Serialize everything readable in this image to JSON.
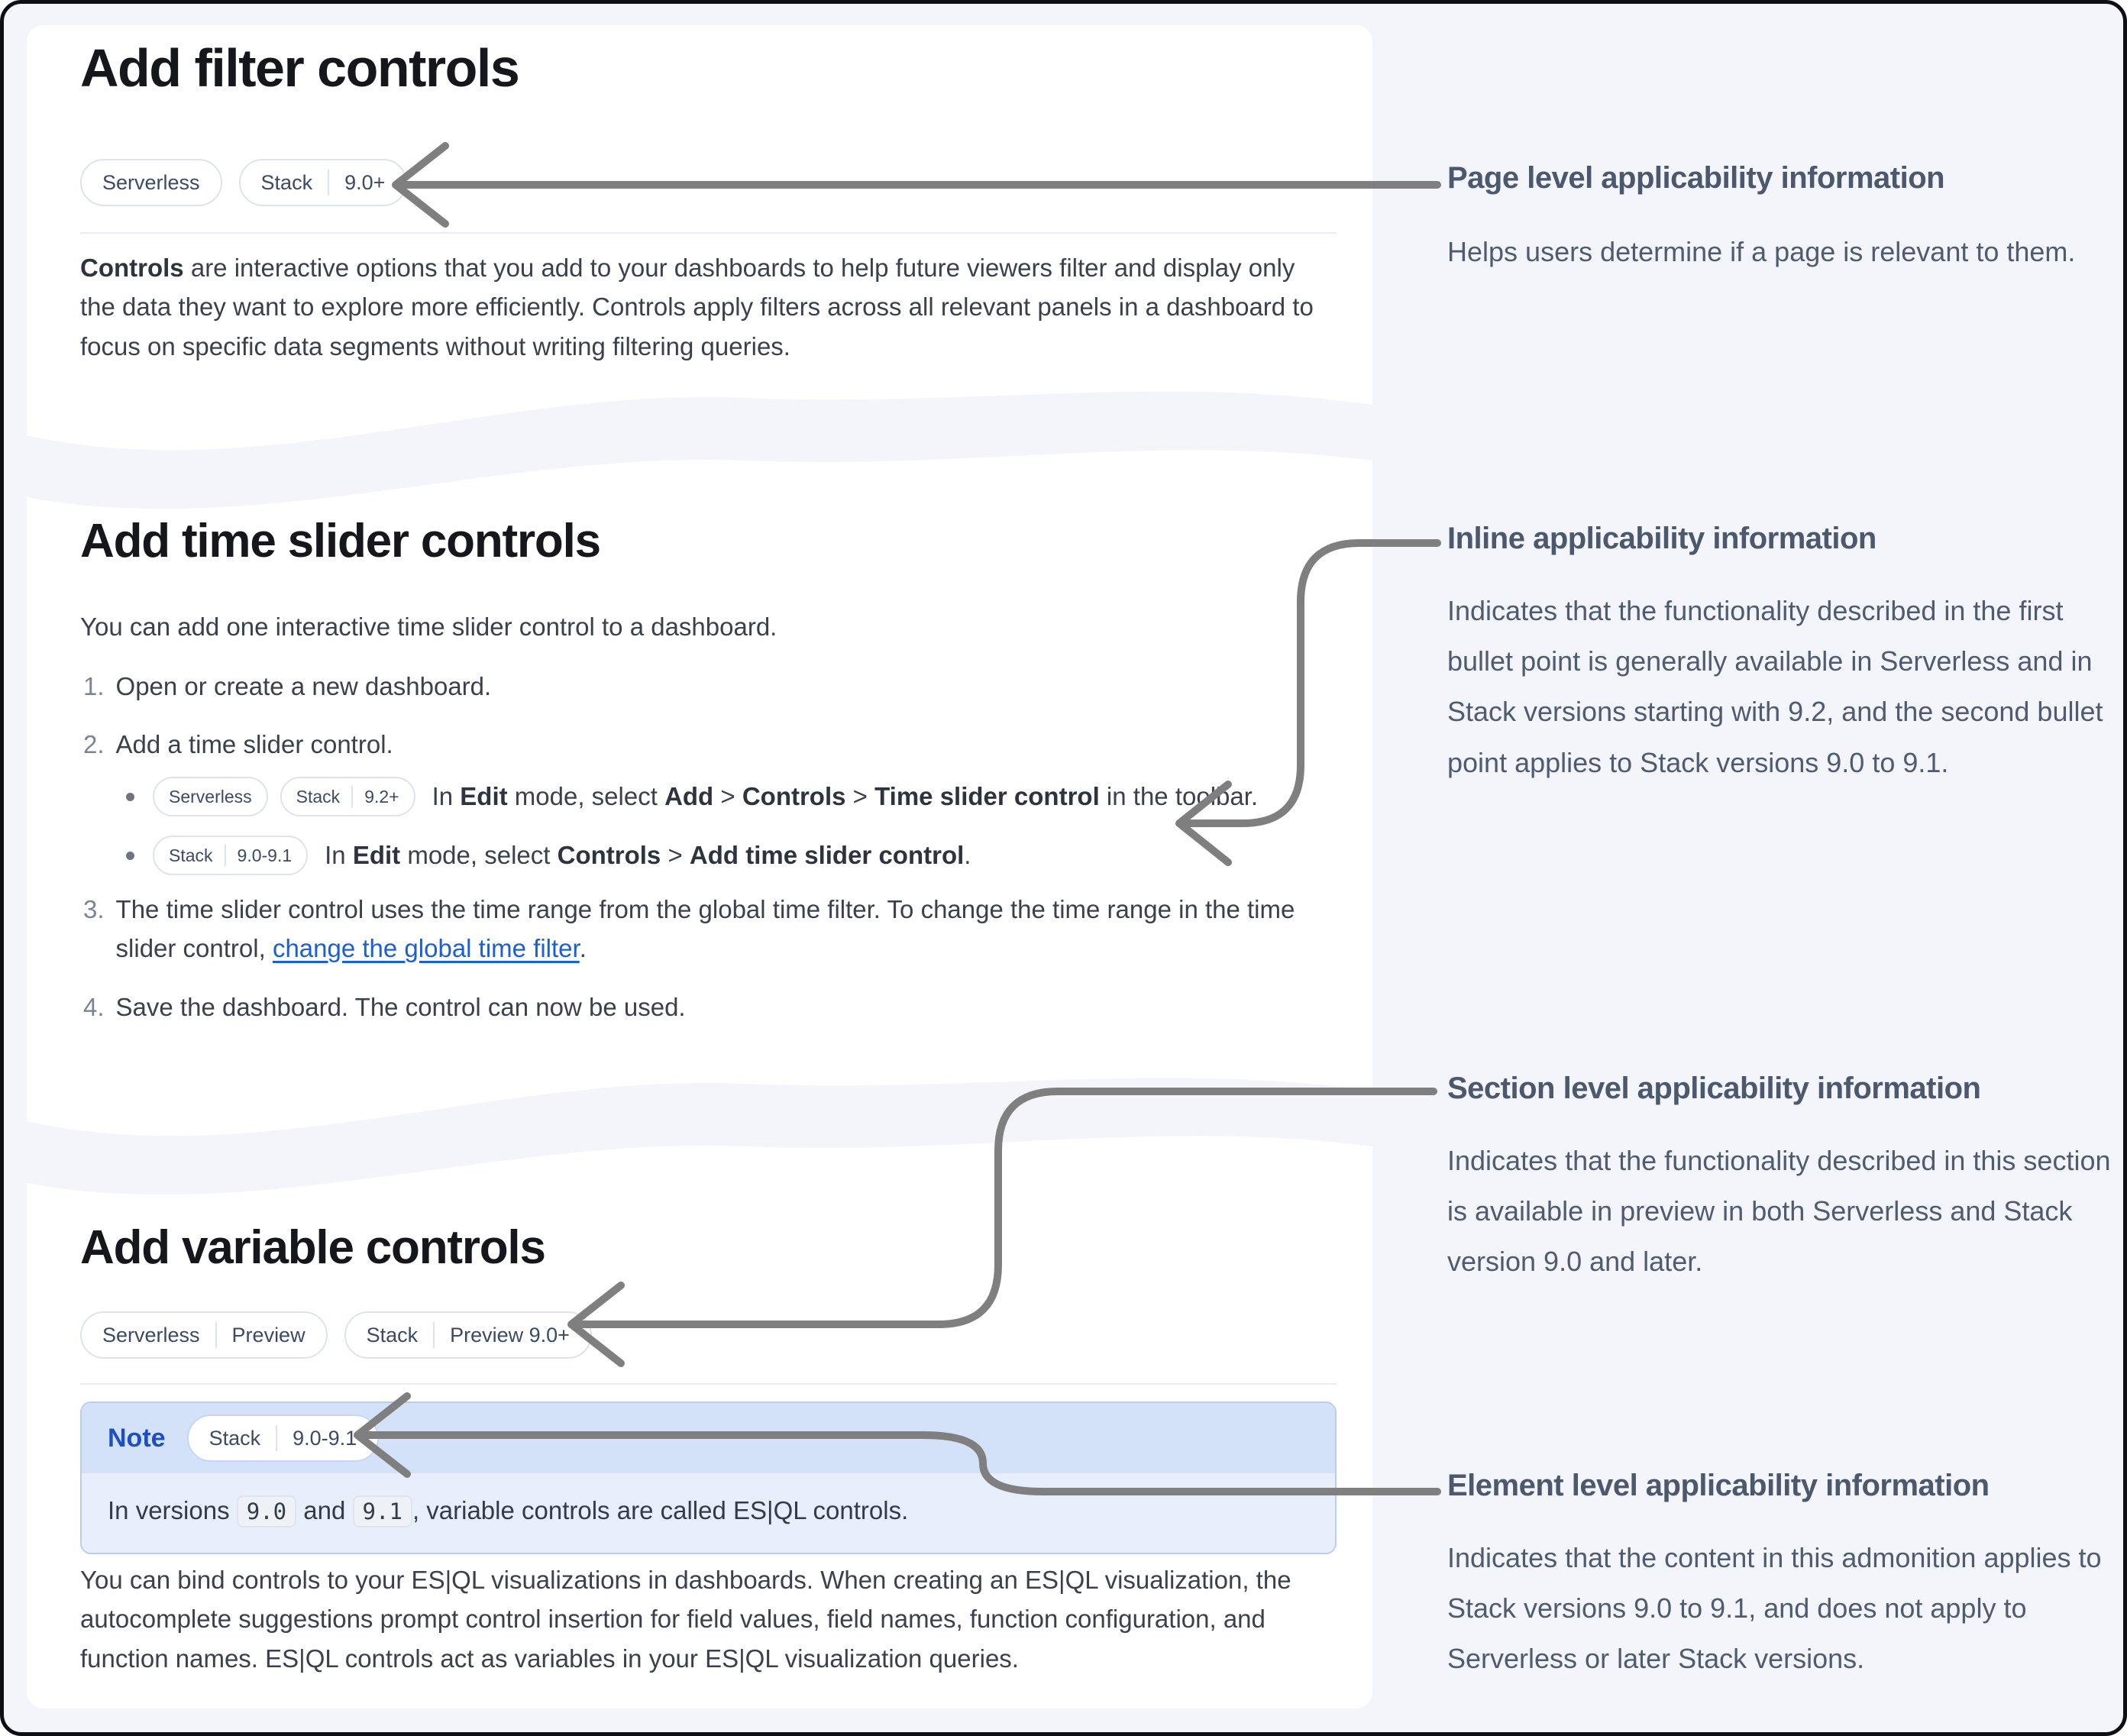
{
  "colors": {
    "page_background": "#f4f5fa",
    "card_background": "#ffffff",
    "heading_text": "#15171c",
    "body_text": "#3a414d",
    "badge_text": "#3d4a66",
    "badge_border": "#dde3ee",
    "link_blue": "#1a5fd6",
    "note_header_bg": "#d4e2f9",
    "note_body_bg": "#e8effc",
    "note_border": "#b9cdf2",
    "note_title_blue": "#1c4ec5",
    "annotation_text": "#4e5b70",
    "arrow_gray": "#7f7f7f"
  },
  "card1": {
    "title": "Add filter controls",
    "badges": [
      [
        "Serverless"
      ],
      [
        "Stack",
        "9.0+"
      ]
    ],
    "paragraph": [
      {
        "text": "Controls",
        "bold": true
      },
      {
        "text": " are interactive options that you add to your dashboards to help future viewers filter and display only the data they want to explore more efficiently. Controls apply filters across all relevant panels in a dashboard to focus on specific data segments without writing filtering queries."
      }
    ]
  },
  "card2": {
    "title": "Add time slider controls",
    "intro": "You can add one interactive time slider control to a dashboard.",
    "steps": [
      {
        "num": "1.",
        "segments": [
          {
            "text": "Open or create a new dashboard."
          }
        ]
      },
      {
        "num": "2.",
        "segments": [
          {
            "text": "Add a time slider control."
          }
        ]
      },
      {
        "num": "3.",
        "segments": [
          {
            "text": "The time slider control uses the time range from the global time filter. To change the time range in the time slider control, "
          },
          {
            "text": "change the global time filter",
            "link": true
          },
          {
            "text": "."
          }
        ]
      },
      {
        "num": "4.",
        "segments": [
          {
            "text": "Save the dashboard. The control can now be used."
          }
        ]
      }
    ],
    "bullets": [
      {
        "badges": [
          [
            "Serverless"
          ],
          [
            "Stack",
            "9.2+"
          ]
        ],
        "segments": [
          {
            "text": "In "
          },
          {
            "text": "Edit",
            "bold": true
          },
          {
            "text": " mode, select "
          },
          {
            "text": "Add",
            "bold": true
          },
          {
            "text": " > "
          },
          {
            "text": "Controls",
            "bold": true
          },
          {
            "text": " > "
          },
          {
            "text": "Time slider control",
            "bold": true
          },
          {
            "text": " in the toolbar."
          }
        ]
      },
      {
        "badges": [
          [
            "Stack",
            "9.0-9.1"
          ]
        ],
        "segments": [
          {
            "text": "In "
          },
          {
            "text": "Edit",
            "bold": true
          },
          {
            "text": " mode, select "
          },
          {
            "text": "Controls",
            "bold": true
          },
          {
            "text": " > "
          },
          {
            "text": "Add time slider control",
            "bold": true
          },
          {
            "text": "."
          }
        ]
      }
    ]
  },
  "card3": {
    "title": "Add variable controls",
    "badges": [
      [
        "Serverless",
        "Preview"
      ],
      [
        "Stack",
        "Preview 9.0+"
      ]
    ],
    "note": {
      "label": "Note",
      "badge": [
        "Stack",
        "9.0-9.1"
      ],
      "segments": [
        {
          "text": "In versions "
        },
        {
          "text": "9.0",
          "code": true
        },
        {
          "text": " and "
        },
        {
          "text": "9.1",
          "code": true
        },
        {
          "text": ", variable controls are called ES|QL controls."
        }
      ]
    },
    "paragraph": [
      {
        "text": "You can bind controls to your ES|QL visualizations in dashboards. When creating an ES|QL visualization, the autocomplete suggestions prompt control insertion for field values, field names, function configuration, and function names. ES|QL controls act as variables in your ES|QL visualization queries."
      }
    ]
  },
  "annotations": [
    {
      "title": "Page level applicability information",
      "body": "Helps users determine if a page is relevant to them."
    },
    {
      "title": "Inline applicability information",
      "body": "Indicates that the functionality described in the first bullet point is generally available in Serverless and in Stack versions starting with 9.2, and the second bullet point applies to Stack versions 9.0 to 9.1."
    },
    {
      "title": "Section level applicability information",
      "body": "Indicates that the functionality described in this section is available in preview in both Serverless and Stack version 9.0 and later."
    },
    {
      "title": "Element level applicability information",
      "body": "Indicates that the content in this admonition applies to Stack versions 9.0 to 9.1, and does not apply to Serverless or later Stack versions."
    }
  ]
}
